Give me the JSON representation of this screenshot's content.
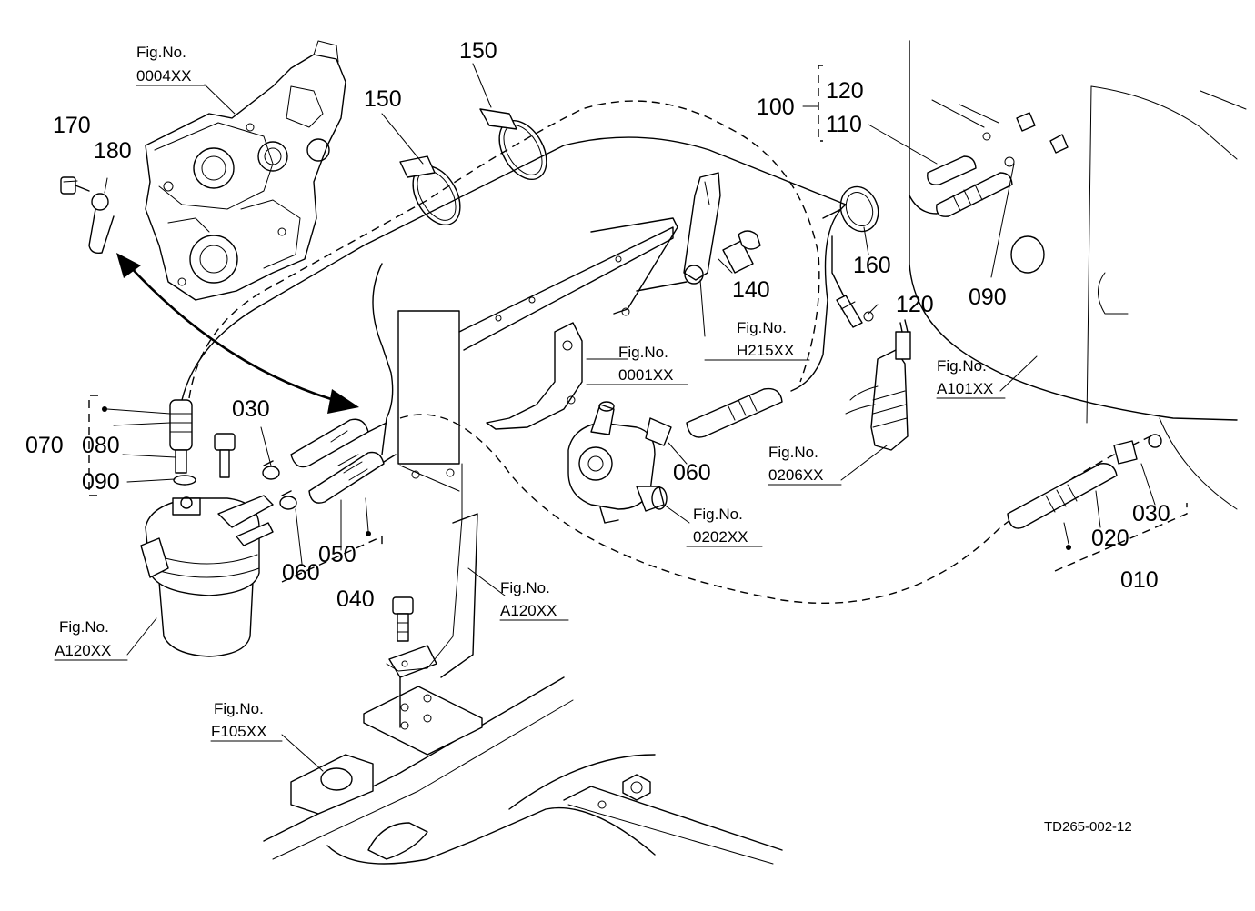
{
  "drawing_code": "TD265-002-12",
  "fig_label": "Fig.No.",
  "figs": {
    "f0004": "0004XX",
    "f0001": "0001XX",
    "fH215": "H215XX",
    "fA101": "A101XX",
    "f0206": "0206XX",
    "f0202": "0202XX",
    "fA120_left": "A120XX",
    "fA120_mid": "A120XX",
    "fF105": "F105XX"
  },
  "parts": {
    "p010": "010",
    "p020": "020",
    "p030_left": "030",
    "p030_right": "030",
    "p040": "040",
    "p050": "050",
    "p060_left": "060",
    "p060_mid": "060",
    "p070": "070",
    "p080": "080",
    "p090_left": "090",
    "p090_right": "090",
    "p100": "100",
    "p110": "110",
    "p120_top": "120",
    "p120_mid": "120",
    "p140": "140",
    "p150_left": "150",
    "p150_right": "150",
    "p160": "160",
    "p170": "170",
    "p180": "180"
  }
}
